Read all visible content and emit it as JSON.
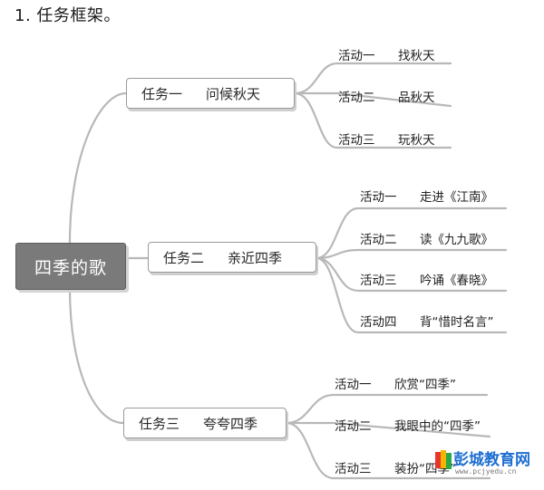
{
  "heading": "1. 任务框架。",
  "root": "四季的歌",
  "tasks": [
    {
      "name": "任务一",
      "title": "问候秋天",
      "activities": [
        {
          "num": "活动一",
          "text": "找秋天"
        },
        {
          "num": "活动二",
          "text": "品秋天"
        },
        {
          "num": "活动三",
          "text": "玩秋天"
        }
      ]
    },
    {
      "name": "任务二",
      "title": "亲近四季",
      "activities": [
        {
          "num": "活动一",
          "text": "走进《江南》"
        },
        {
          "num": "活动二",
          "text": "读《九九歌》"
        },
        {
          "num": "活动三",
          "text": "吟诵《春晓》"
        },
        {
          "num": "活动四",
          "text": "背“惜时名言”"
        }
      ]
    },
    {
      "name": "任务三",
      "title": "夸夸四季",
      "activities": [
        {
          "num": "活动一",
          "text": "欣赏“四季”"
        },
        {
          "num": "活动二",
          "text": "我眼中的“四季”"
        },
        {
          "num": "活动三",
          "text": "装扮“四季”"
        }
      ]
    }
  ],
  "watermark": {
    "name": "彭城教育网",
    "url": "www.pcjyedu.cn"
  },
  "colors": {
    "connector": "#b3b3b3",
    "root_fill": "#7a7a7a",
    "box_border": "#9a9a9a",
    "logo_blue": "#1f6fd1"
  }
}
